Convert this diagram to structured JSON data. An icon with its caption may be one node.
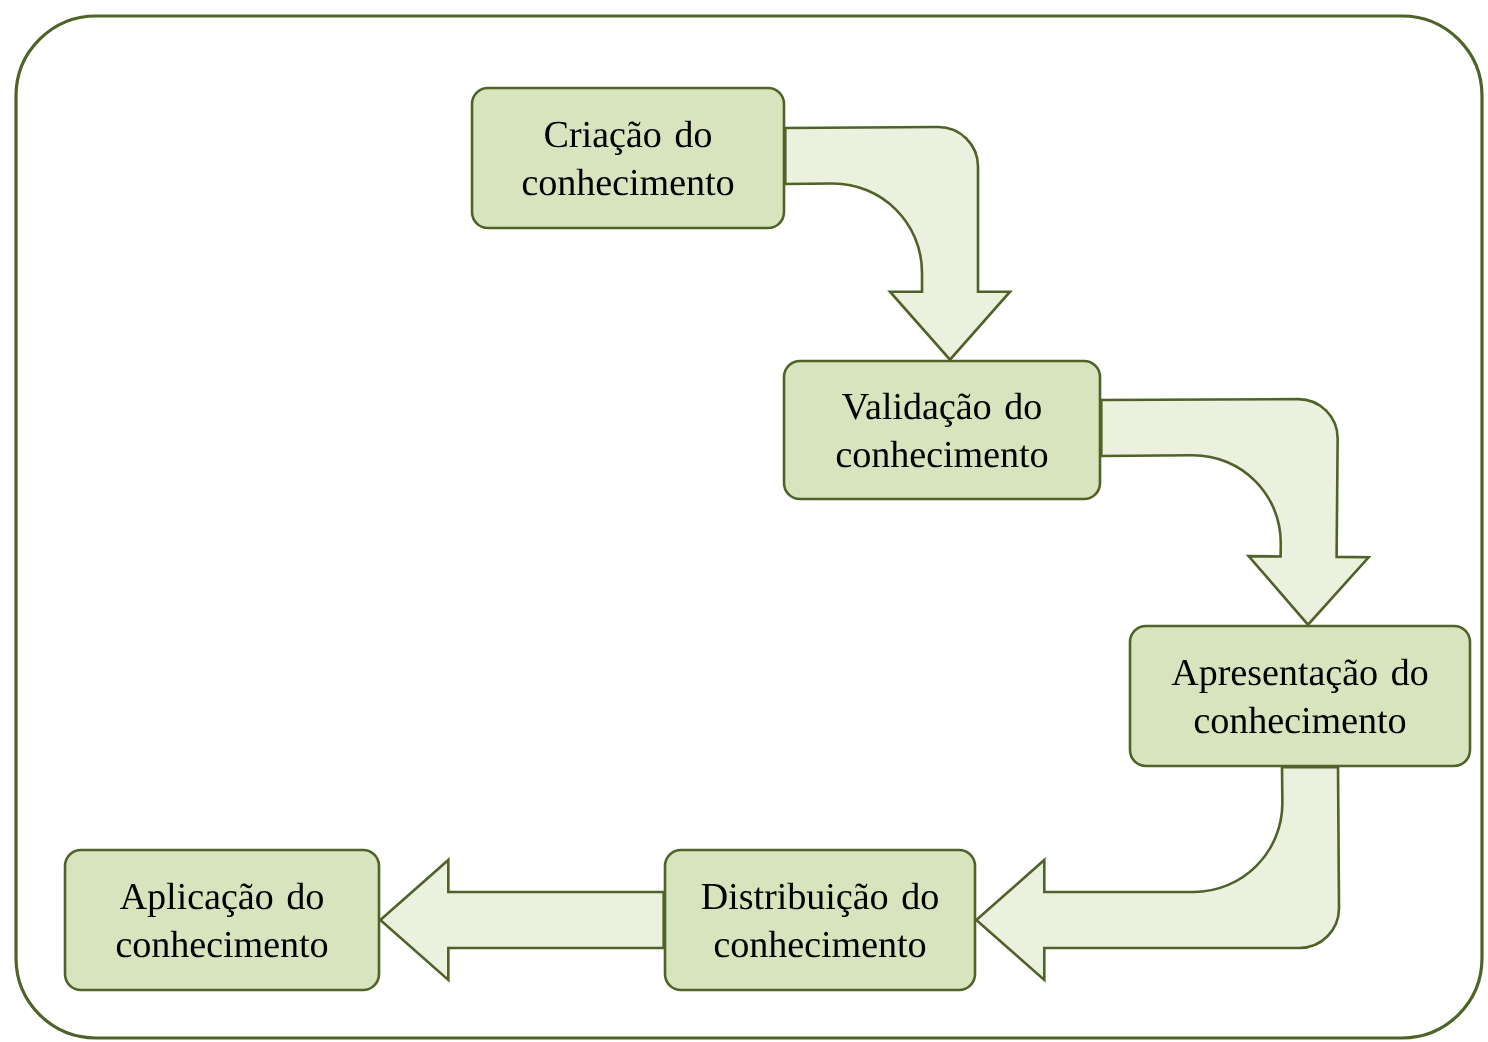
{
  "diagram": {
    "nodes": [
      {
        "text": [
          "Criação do conhecimento"
        ]
      },
      {
        "text": [
          "Validação do conhecimento"
        ]
      },
      {
        "text": [
          "Apresentação do conhecimento"
        ]
      },
      {
        "text": [
          "Distribuição do conhecimento"
        ]
      },
      {
        "text": [
          "Aplicação do conhecimento"
        ]
      }
    ],
    "edges": [
      {
        "from": 0,
        "to": 1,
        "arrow": "to"
      },
      {
        "from": 1,
        "to": 2,
        "arrow": "to"
      },
      {
        "from": 2,
        "to": 3,
        "arrow": "to"
      },
      {
        "from": 3,
        "to": 4,
        "arrow": "to"
      }
    ]
  }
}
